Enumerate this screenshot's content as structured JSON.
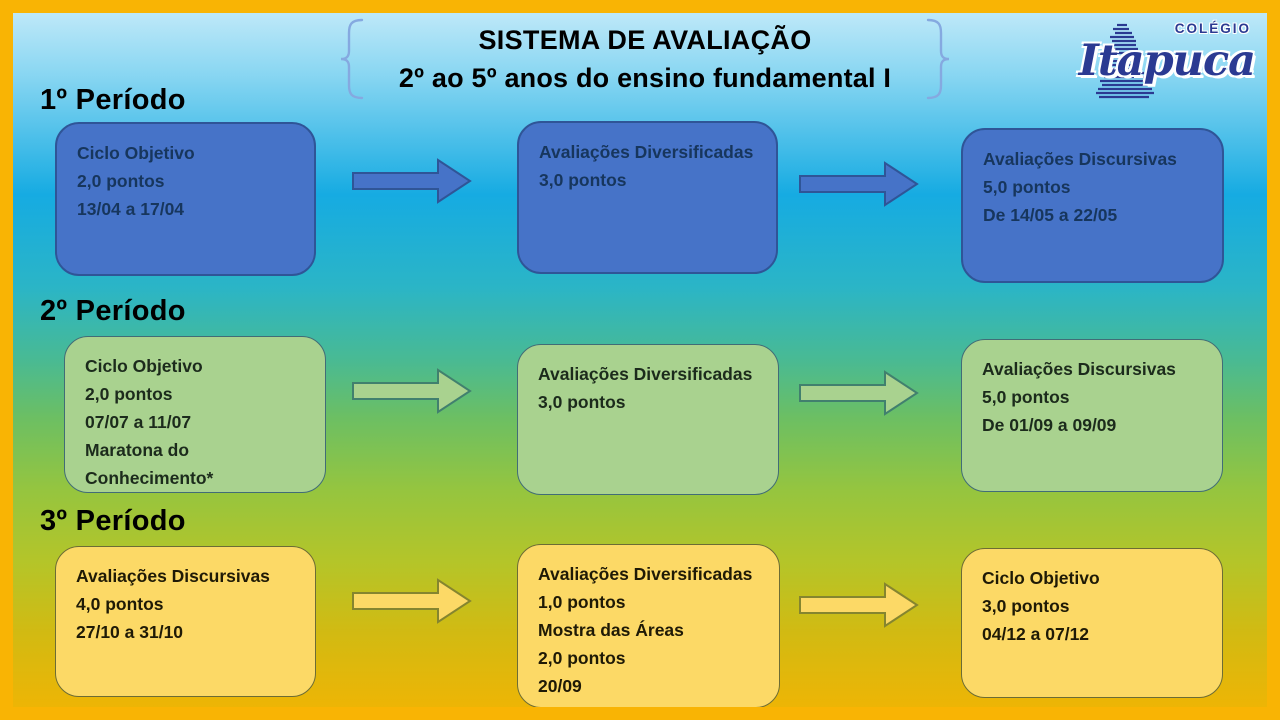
{
  "title": {
    "line1": "SISTEMA DE AVALIAÇÃO",
    "line2": "2º ao 5º anos do ensino fundamental I"
  },
  "logo": {
    "college": "COLÉGIO",
    "name": "Itapuca"
  },
  "periods": [
    {
      "label": "1º Período",
      "boxes": [
        {
          "lines": [
            "Ciclo Objetivo",
            "2,0 pontos",
            "13/04 a 17/04"
          ]
        },
        {
          "lines": [
            "Avaliações Diversificadas",
            "3,0 pontos"
          ]
        },
        {
          "lines": [
            "Avaliações Discursivas",
            "5,0 pontos",
            "De 14/05 a 22/05"
          ]
        }
      ]
    },
    {
      "label": "2º Período",
      "boxes": [
        {
          "lines": [
            "Ciclo Objetivo",
            "2,0 pontos",
            "07/07 a 11/07",
            "Maratona do",
            "Conhecimento*"
          ]
        },
        {
          "lines": [
            "Avaliações Diversificadas",
            "3,0 pontos"
          ]
        },
        {
          "lines": [
            "Avaliações Discursivas",
            "5,0 pontos",
            "De 01/09 a 09/09"
          ]
        }
      ]
    },
    {
      "label": "3º Período",
      "boxes": [
        {
          "lines": [
            "Avaliações Discursivas",
            "4,0 pontos",
            "27/10 a 31/10"
          ]
        },
        {
          "lines": [
            "Avaliações Diversificadas",
            "1,0 pontos",
            "Mostra das Áreas",
            "2,0 pontos",
            "20/09"
          ]
        },
        {
          "lines": [
            "Ciclo Objetivo",
            "3,0 pontos",
            "04/12 a 07/12"
          ]
        }
      ]
    }
  ],
  "colors": {
    "frame_border": "#F9B404",
    "background_top": "#C9ECFA",
    "background_mid_blue": "#16ABE2",
    "background_mid_green": "#6CBF63",
    "background_bottom": "#F2B403",
    "period1_fill": "#4673C8",
    "period1_stroke": "#2F5597",
    "period1_text": "#17365D",
    "period2_fill": "#A9D28F",
    "period2_stroke": "#416C77",
    "period3_fill": "#FCD966",
    "period3_stroke": "#6C6C35",
    "brace": "#85A9E0",
    "logo_blue": "#2B3A92"
  }
}
